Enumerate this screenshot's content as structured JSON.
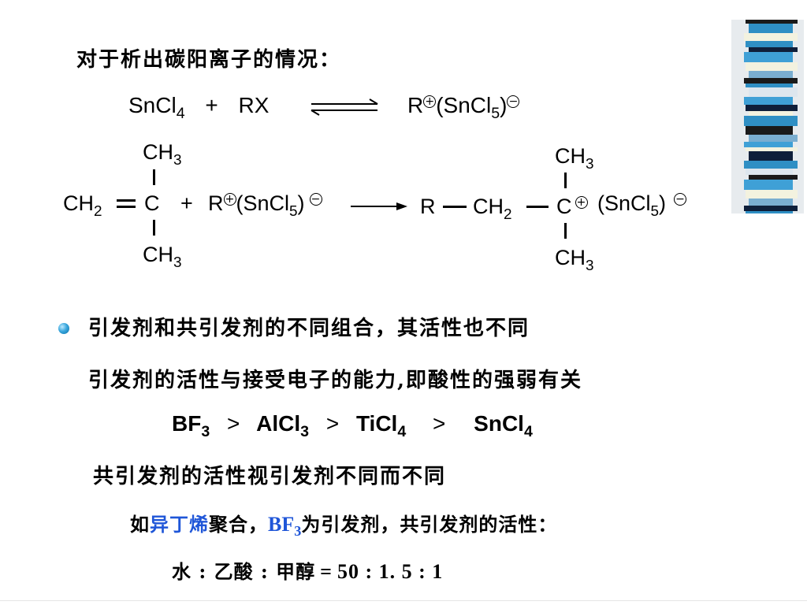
{
  "heading": "对于析出碳阳离子的情况：",
  "reaction1": {
    "left_a": "SnCl",
    "left_a_sub": "4",
    "plus": "+",
    "left_b": "RX",
    "right_r": "R",
    "right_paren": "(SnCl",
    "right_sub": "5",
    "right_close": ")"
  },
  "reaction2": {
    "ch3_top": "CH",
    "ch3_sub": "3",
    "ch2": "CH",
    "ch2_sub": "2",
    "carbon": "C",
    "plus": "+",
    "r": "R",
    "paren": "(SnCl",
    "paren_sub": "5",
    "paren_close": ")",
    "ch3_bottom": "CH",
    "product_r": "R",
    "product_ch2": "CH",
    "product_ch2_sub": "2",
    "product_c": "C",
    "product_paren": "(SnCl",
    "product_paren_sub": "5",
    "product_paren_close": ")"
  },
  "bullet1": "引发剂和共引发剂的不同组合，其活性也不同",
  "line2": "引发剂的活性与接受电子的能力,即酸性的强弱有关",
  "acidity": {
    "bf": "BF",
    "bf_sub": "3",
    "gt": ">",
    "alcl": "AlCl",
    "alcl_sub": "3",
    "ticl": "TiCl",
    "ticl_sub": "4",
    "sncl": "SnCl",
    "sncl_sub": "4"
  },
  "line4": "共引发剂的活性视引发剂不同而不同",
  "line5": {
    "prefix": "如",
    "highlight": "异丁烯",
    "middle": "聚合，",
    "bf": "BF",
    "bf_sub": "3",
    "suffix": "为引发剂，共引发剂的活性："
  },
  "ratio": {
    "label": "水 :  乙酸 :  甲醇",
    "eq": "=",
    "values": "50 :  1. 5 :  1"
  },
  "colors": {
    "highlight": "#1f56d8",
    "bullet": "#3aa7dd",
    "deco_stripes": [
      "#1a1a1a",
      "#2f8fc4",
      "#f3f2df",
      "#7aaed0",
      "#0f1f3a",
      "#3fa0d6",
      "#dde6ee"
    ]
  }
}
